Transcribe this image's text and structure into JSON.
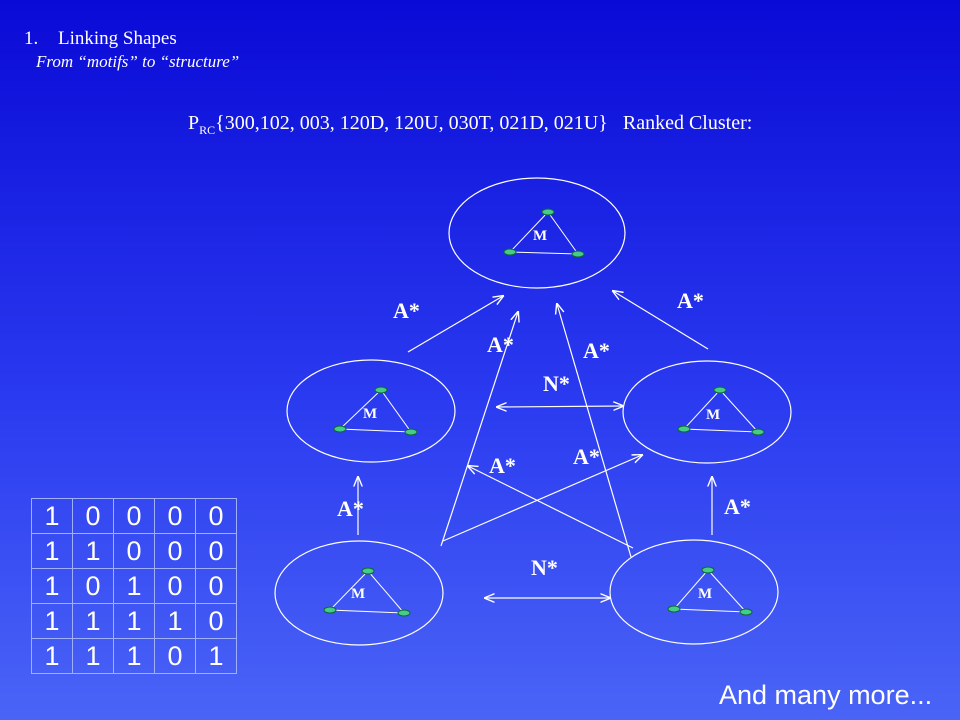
{
  "heading": {
    "number": "1.",
    "title": "Linking Shapes"
  },
  "subheading": "From “motifs” to “structure”",
  "cluster_line": {
    "p": "P",
    "subscript": "RC",
    "set": "{300,102, 003, 120D, 120U, 030T, 021D, 021U}",
    "label": "Ranked Cluster:"
  },
  "nodes": [
    {
      "id": "top",
      "label": "M"
    },
    {
      "id": "mid-left",
      "label": "M"
    },
    {
      "id": "mid-right",
      "label": "M"
    },
    {
      "id": "bottom-left",
      "label": "M"
    },
    {
      "id": "bottom-right",
      "label": "M"
    }
  ],
  "edge_labels": [
    "A*",
    "A*",
    "A*",
    "A*",
    "N*",
    "A*",
    "A*",
    "A*",
    "A*",
    "N*"
  ],
  "matrix": [
    [
      "1",
      "0",
      "0",
      "0",
      "0"
    ],
    [
      "1",
      "1",
      "0",
      "0",
      "0"
    ],
    [
      "1",
      "0",
      "1",
      "0",
      "0"
    ],
    [
      "1",
      "1",
      "1",
      "1",
      "0"
    ],
    [
      "1",
      "1",
      "1",
      "0",
      "1"
    ]
  ],
  "footer": "And many more..."
}
